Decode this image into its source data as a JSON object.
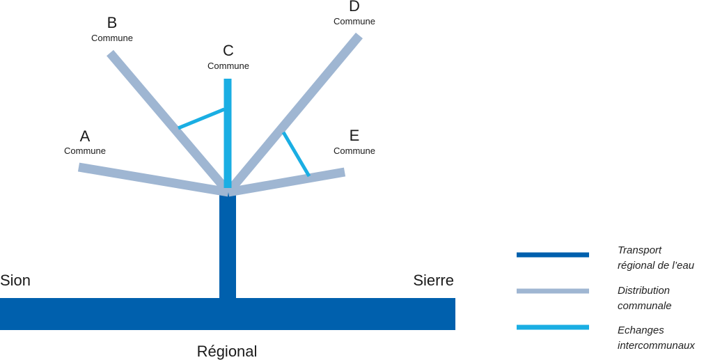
{
  "colors": {
    "regional": "#0060ad",
    "communal": "#9fb6d2",
    "exchange": "#1aaee3"
  },
  "communes": [
    {
      "letter": "A",
      "label": "Commune"
    },
    {
      "letter": "B",
      "label": "Commune"
    },
    {
      "letter": "C",
      "label": "Commune"
    },
    {
      "letter": "D",
      "label": "Commune"
    },
    {
      "letter": "E",
      "label": "Commune"
    }
  ],
  "cities": {
    "left": "Sion",
    "right": "Sierre"
  },
  "regional_label": "Régional",
  "legend": [
    {
      "key": "regional",
      "line1": "Transport",
      "line2": "régional de l’eau"
    },
    {
      "key": "communal",
      "line1": "Distribution",
      "line2": "communale"
    },
    {
      "key": "exchange",
      "line1": "Echanges",
      "line2": "intercommunaux"
    }
  ]
}
